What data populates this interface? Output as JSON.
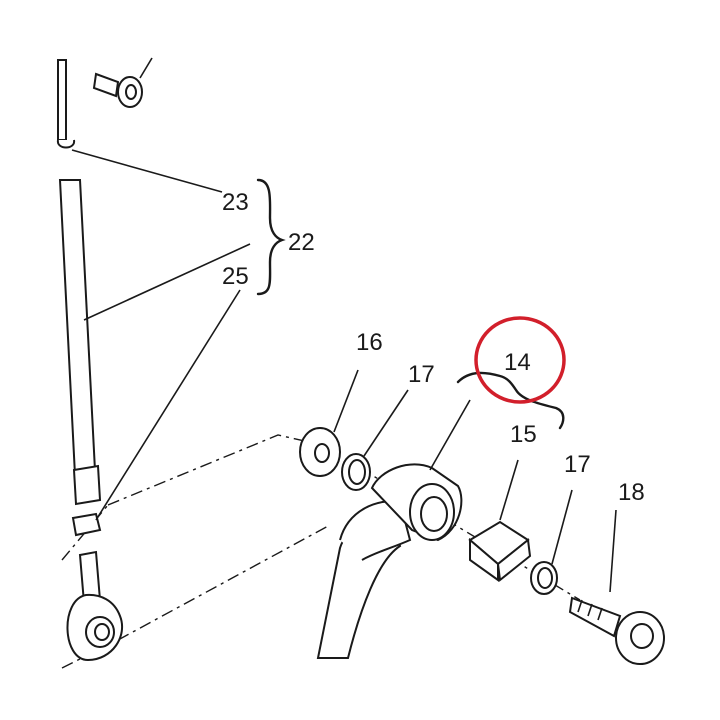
{
  "callouts": {
    "c23": "23",
    "c22": "22",
    "c25": "25",
    "c16": "16",
    "c17a": "17",
    "c14": "14",
    "c15": "15",
    "c17b": "17",
    "c18": "18"
  },
  "colors": {
    "line": "#1a1a1a",
    "highlight": "#d21f2b",
    "background": "#ffffff"
  }
}
